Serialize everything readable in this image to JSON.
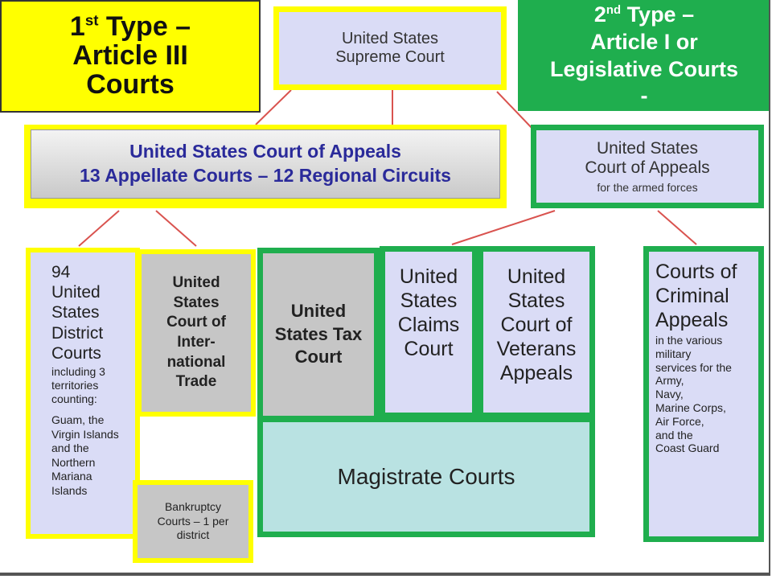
{
  "type1": {
    "line1": "1",
    "sup": "st",
    "line1_rest": " Type –",
    "line2": "Article III",
    "line3": "Courts"
  },
  "type2": {
    "line1": "2",
    "sup": "nd",
    "line1_rest": " Type –",
    "line2": "Article I or",
    "line3": "Legislative Courts",
    "line4": "-"
  },
  "supreme": {
    "line1": "United States",
    "line2": "Supreme Court"
  },
  "appeals": {
    "line1": "United States Court of Appeals",
    "line2": "13 Appellate Courts – 12 Regional Circuits"
  },
  "armed": {
    "line1": "United States",
    "line2": "Court of Appeals",
    "line3": "for the armed forces"
  },
  "district": {
    "lines": [
      "94",
      "United",
      "States",
      "District",
      "Courts"
    ],
    "note1": [
      "including 3",
      "territories",
      "counting:"
    ],
    "note2": [
      "Guam, the",
      "Virgin Islands",
      "and the",
      "Northern",
      "Mariana",
      "Islands"
    ]
  },
  "intl": {
    "lines": [
      "United",
      "States",
      "Court of",
      "Inter-",
      "national",
      "Trade"
    ]
  },
  "bankruptcy": {
    "lines": [
      "Bankruptcy",
      "Courts – 1 per",
      "district"
    ]
  },
  "tax": {
    "lines": [
      "United",
      "States Tax",
      "Court"
    ]
  },
  "claims": {
    "lines": [
      "United",
      "States",
      "Claims",
      "Court"
    ]
  },
  "veterans": {
    "lines": [
      "United",
      "States",
      "Court of",
      "Veterans",
      "Appeals"
    ]
  },
  "magistrate": {
    "label": "Magistrate Courts"
  },
  "criminal": {
    "lines": [
      "Courts of",
      "Criminal",
      "Appeals"
    ],
    "note": [
      "in the various",
      "military",
      "services for the",
      "Army,",
      "Navy,",
      "Marine Corps,",
      "Air Force,",
      "and the",
      "Coast Guard"
    ]
  },
  "colors": {
    "yellow": "#ffff00",
    "green": "#1fae4e",
    "connector": "#d9534f"
  }
}
